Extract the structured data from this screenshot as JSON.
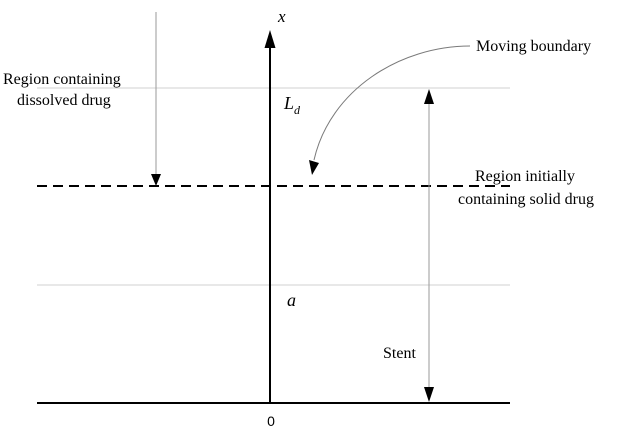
{
  "labels": {
    "x_axis": "x",
    "origin": "0",
    "ld_main": "L",
    "ld_sub": "d",
    "a": "a",
    "moving_boundary": "Moving boundary",
    "region_dissolved_line1": "Region containing",
    "region_dissolved_line2": "dissolved drug",
    "region_solid_line1": "Region initially",
    "region_solid_line2": "containing solid drug",
    "stent": "Stent"
  },
  "colors": {
    "ink": "#000000",
    "guide": "#d0d0d0",
    "arrow_thin": "#7a7a7a"
  }
}
